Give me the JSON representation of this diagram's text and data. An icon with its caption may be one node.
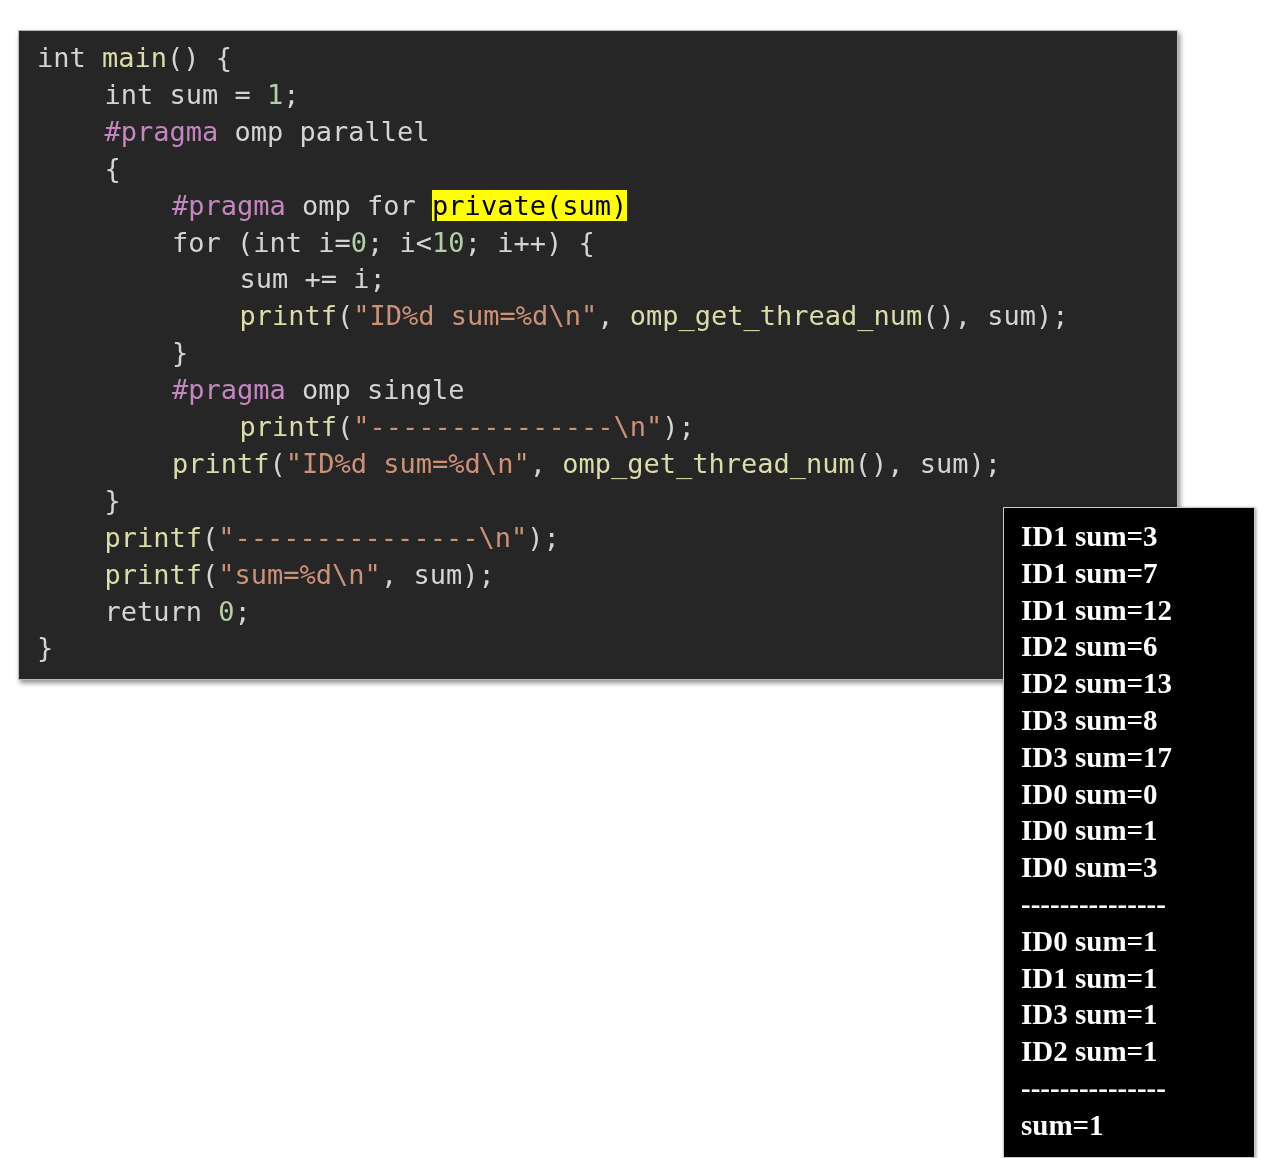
{
  "diagram": {
    "labels": [
      "int main() {",
      "int sum = 1;",
      "#pragma omp parallel",
      "{",
      "#pragma omp for **private(sum)**",
      "for (int i=0; i<10; i++) {",
      "sum += i;",
      "printf(\"ID%d sum=%d\\n\", omp_get_thread_num(), sum);",
      "}",
      "#pragma omp single",
      "printf(\"---------------\\n\");",
      "printf(\"ID%d sum=%d\\n\", omp_get_thread_num(), sum);",
      "}",
      "printf(\"---------------\\n\");",
      "printf(\"sum=%d\\n\", sum);",
      "return 0;",
      "}",
      "ID1 sum=3",
      "ID1 sum=7",
      "ID1 sum=12",
      "ID2 sum=6",
      "ID2 sum=13",
      "ID3 sum=8",
      "ID3 sum=17",
      "ID0 sum=0",
      "ID0 sum=1",
      "ID0 sum=3",
      "---------------",
      "ID0 sum=1",
      "ID1 sum=1",
      "ID3 sum=1",
      "ID2 sum=1",
      "---------------",
      "sum=1"
    ]
  }
}
